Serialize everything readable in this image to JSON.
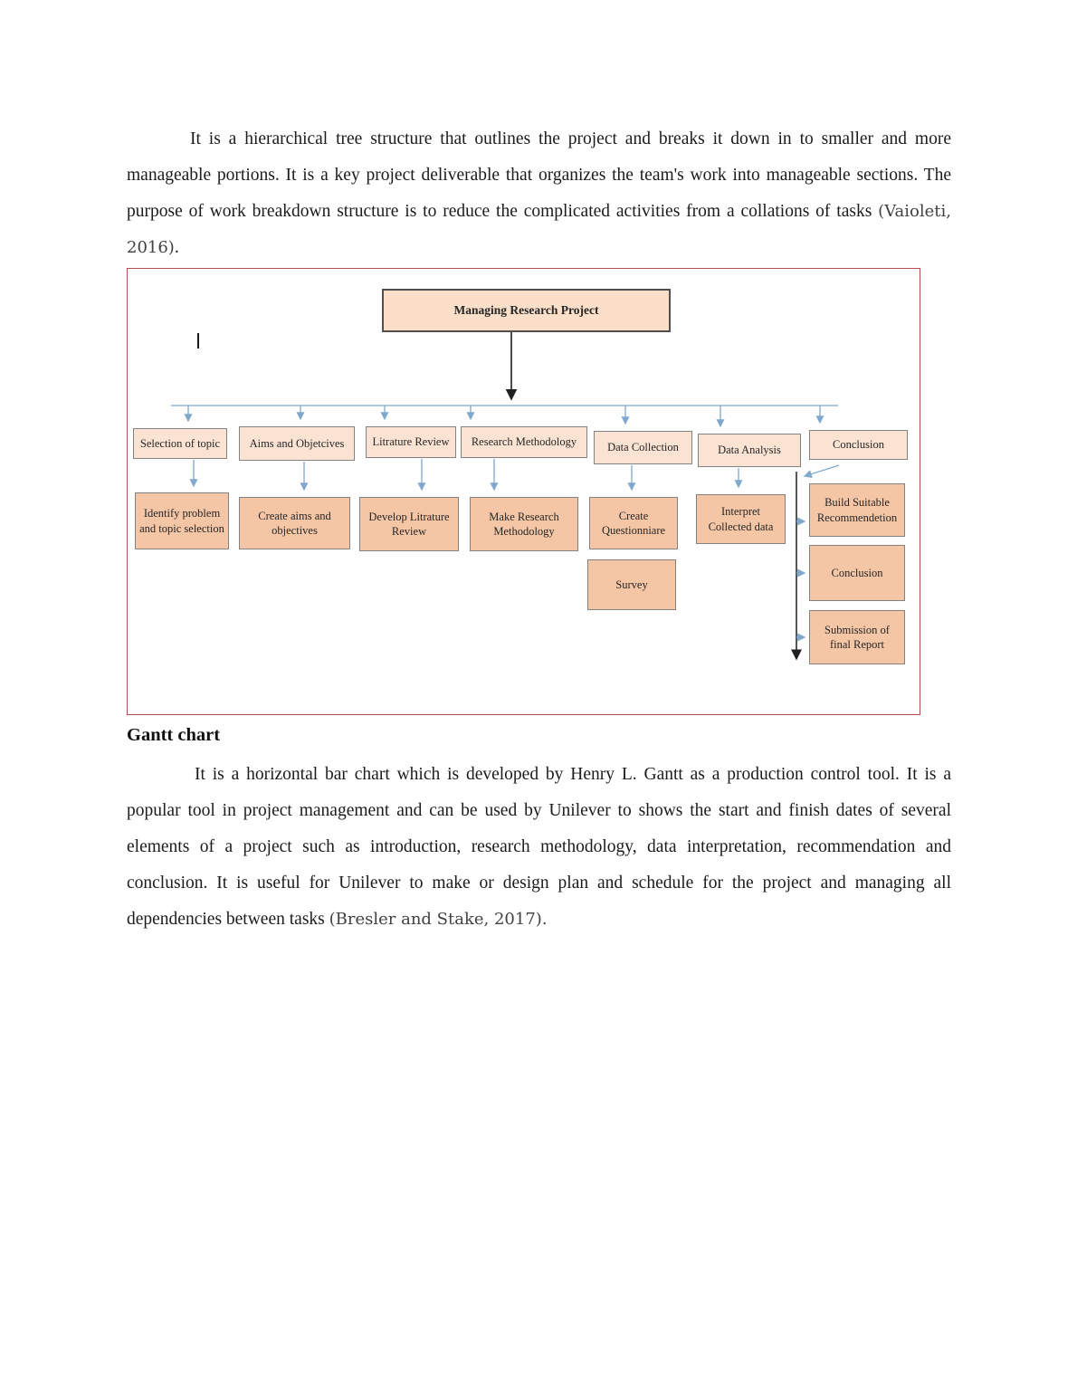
{
  "content": {
    "paragraph1": {
      "before": "It is a hierarchical tree structure that outlines the project and breaks it down in to smaller and more manageable portions. It is a key project deliverable that organizes the team's work into manageable sections. The purpose of work breakdown structure is to reduce the complicated activities from a collations of tasks ",
      "citation": "(Vaioleti, 2016)",
      "after": "."
    },
    "heading": "Gantt chart",
    "paragraph2": {
      "before": "It is a horizontal bar chart which is developed by Henry L. Gantt as a production control tool. It is a popular tool in project management and can be used by Unilever to shows the start and finish dates of several elements of a project such as introduction, research methodology, data interpretation, recommendation and conclusion. It is useful for Unilever to make or design plan and schedule for the project and managing all dependencies between tasks ",
      "citation": "(Bresler and Stake, 2017)",
      "after": "."
    }
  },
  "diagram": {
    "root": "Managing Research Project",
    "row1": [
      "Selection of topic",
      "Aims and Objetcives",
      "Litrature Review",
      "Research Methodology",
      "Data Collection",
      "Data Analysis",
      "Conclusion"
    ],
    "row2": [
      "Identify problem and topic selection",
      "Create aims and objectives",
      "Develop Litrature Review",
      "Make Research Methodology",
      "Create Questionniare",
      "Interpret Collected data",
      "Build Suitable Recommendetion"
    ],
    "extras": [
      "Survey",
      "Conclusion",
      "Submission of final Report"
    ],
    "colors": {
      "peach_light": "#fbe3d3",
      "peach_dark": "#f5c6a5",
      "connector_blue": "#7fa8cc",
      "connector_black": "#202020",
      "frame_border": "#b05050"
    }
  }
}
